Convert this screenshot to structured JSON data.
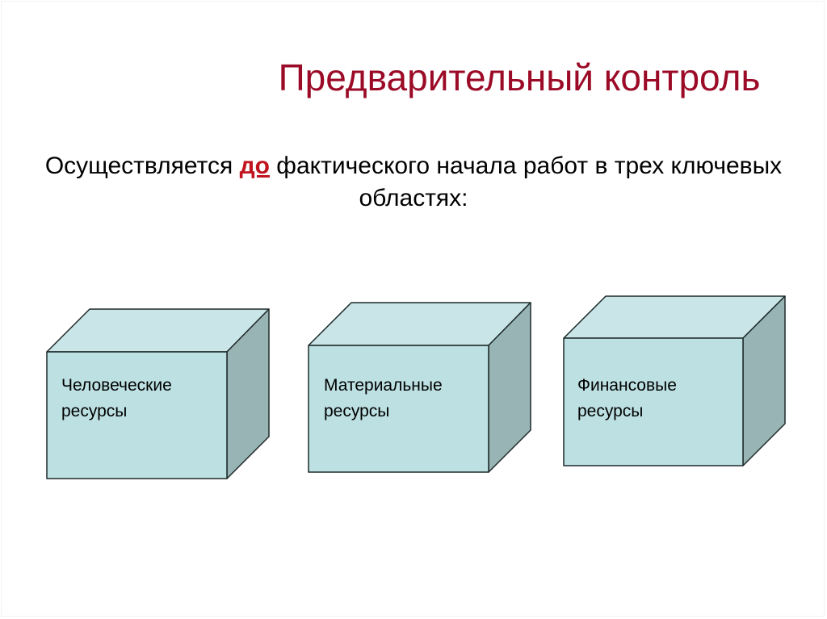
{
  "slide": {
    "title": "Предварительный контроль",
    "subtitle": {
      "before": "Осуществляется ",
      "emphasis": "до",
      "after": " фактического начала работ в трех ключевых областях:"
    },
    "colors": {
      "title": "#9b0b27",
      "emphasis": "#c0141e",
      "cube_front": "#bde0e2",
      "cube_top": "#c9e5e7",
      "cube_side": "#98b4b4",
      "outline": "#1e2a2a"
    },
    "cubes": [
      {
        "line1": "Человеческие",
        "line2": "ресурсы"
      },
      {
        "line1": "Материальные",
        "line2": "ресурсы"
      },
      {
        "line1": "Финансовые",
        "line2": "ресурсы"
      }
    ]
  }
}
